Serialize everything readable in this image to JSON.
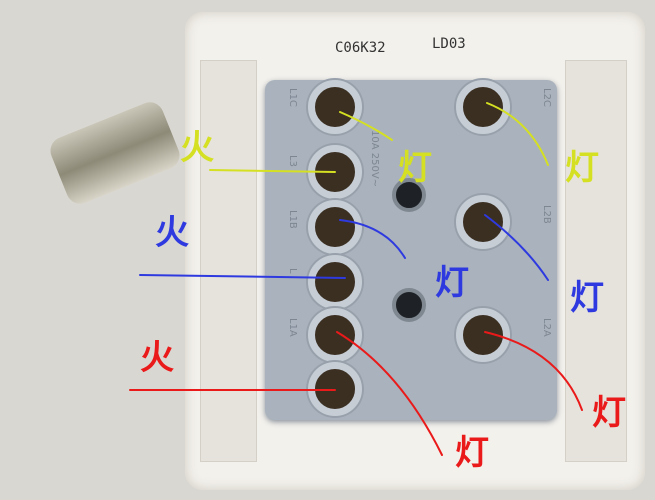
{
  "plate": {
    "model_code": "C06K32",
    "series_code": "LD03"
  },
  "block": {
    "left_terminals": [
      "L1C",
      "L3",
      "L1B",
      "L",
      "L1A",
      ""
    ],
    "right_terminals": [
      "L2C",
      "L2B",
      "L2A"
    ],
    "rating": "10A 250V~"
  },
  "annotations": {
    "yellow": {
      "color": "#d4e021",
      "live": "火",
      "lamp_1": "灯",
      "lamp_2": "灯"
    },
    "blue": {
      "color": "#2e3adf",
      "live": "火",
      "lamp_1": "灯",
      "lamp_2": "灯"
    },
    "red": {
      "color": "#ea1a1a",
      "live": "火",
      "lamp_1": "灯",
      "lamp_2": "灯"
    }
  }
}
